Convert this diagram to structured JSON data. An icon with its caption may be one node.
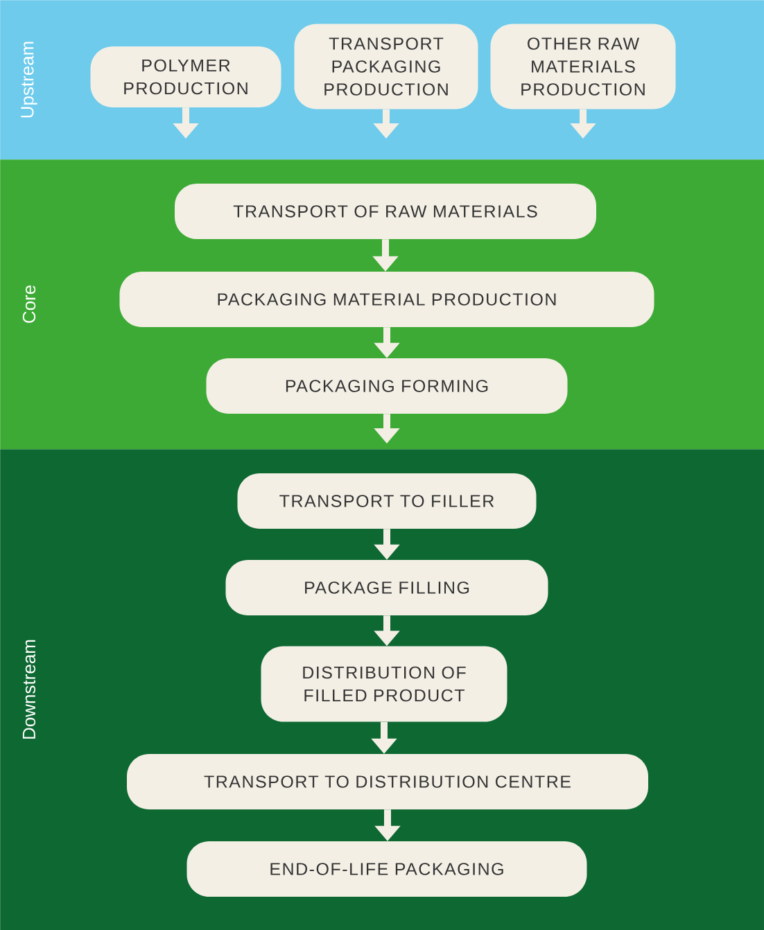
{
  "diagram": {
    "nodes": [
      {
        "text": [
          "Upstream"
        ]
      },
      {
        "text": [
          "POLYMER PRODUCTION"
        ],
        "in": 0
      },
      {
        "text": [
          "TRANSPORT PACKAGING PRODUCTION"
        ],
        "in": 0
      },
      {
        "text": [
          "OTHER RAW MATERIALS PRODUCTION"
        ],
        "in": 0
      },
      {
        "text": [
          "Core"
        ]
      },
      {
        "text": [
          "TRANSPORT OF RAW MATERIALS"
        ],
        "in": 4
      },
      {
        "text": [
          "PACKAGING MATERIAL PRODUCTION"
        ],
        "in": 4
      },
      {
        "text": [
          "PACKAGING FORMING"
        ],
        "in": 4
      },
      {
        "text": [
          "Downstream"
        ]
      },
      {
        "text": [
          "TRANSPORT TO FILLER"
        ],
        "in": 8
      },
      {
        "text": [
          "PACKAGE FILLING"
        ],
        "in": 8
      },
      {
        "text": [
          "DISTRIBUTION OF FILLED PRODUCT"
        ],
        "in": 8
      },
      {
        "text": [
          "TRANSPORT TO DISTRIBUTION CENTRE"
        ],
        "in": 8
      },
      {
        "text": [
          "END-OF-LIFE PACKAGING"
        ],
        "in": 8
      }
    ],
    "edges": [
      {
        "from": 1,
        "to": null,
        "arrow": "to"
      },
      {
        "from": 2,
        "to": null,
        "arrow": "to"
      },
      {
        "from": 3,
        "to": null,
        "arrow": "to"
      },
      {
        "from": 5,
        "to": 6,
        "arrow": "to"
      },
      {
        "from": 6,
        "to": 7,
        "arrow": "to"
      },
      {
        "from": 7,
        "to": null,
        "arrow": "to"
      },
      {
        "from": 9,
        "to": 10,
        "arrow": "to"
      },
      {
        "from": 10,
        "to": 11,
        "arrow": "to"
      },
      {
        "from": 11,
        "to": 12,
        "arrow": "to"
      },
      {
        "from": 12,
        "to": 13,
        "arrow": "to"
      }
    ]
  }
}
